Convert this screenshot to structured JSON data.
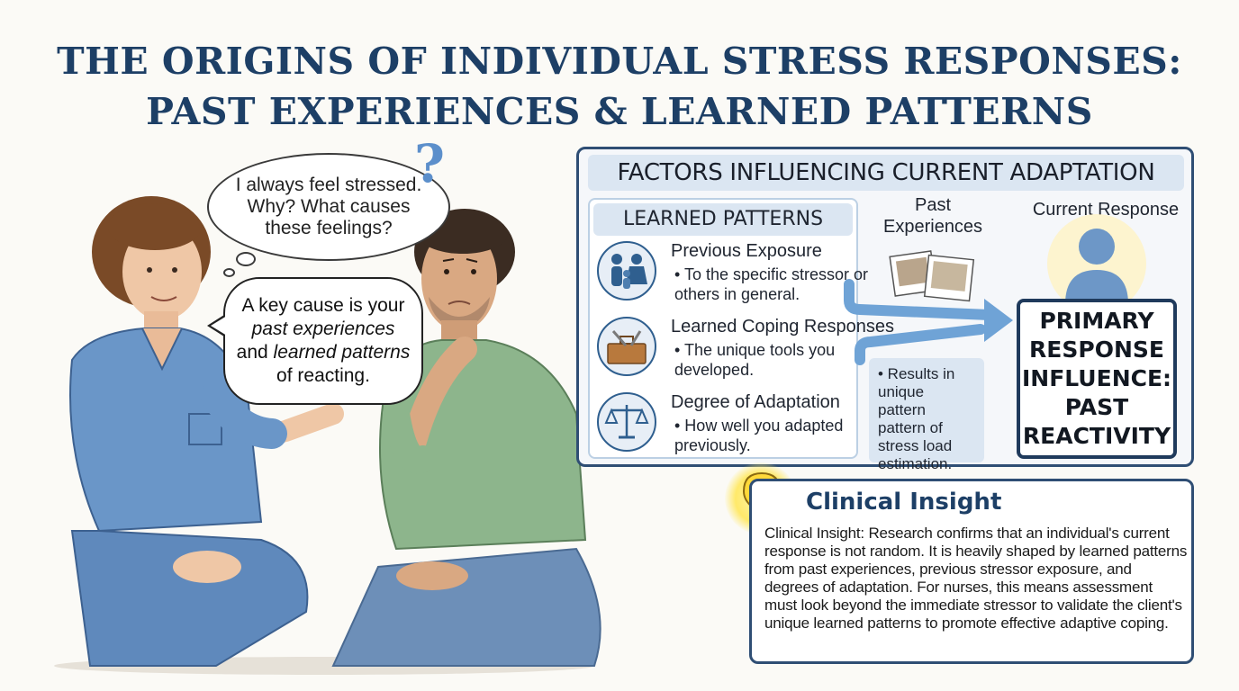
{
  "title": {
    "line1": "THE ORIGINS OF INDIVIDUAL STRESS RESPONSES:",
    "line2": "PAST EXPERIENCES & LEARNED PATTERNS"
  },
  "scene": {
    "thought_bubble": "I always feel stressed. Why? What causes these feelings?",
    "question_mark": "?",
    "speech_bubble": {
      "part1": "A key cause is your ",
      "italic1": "past experiences",
      "part2": " and ",
      "italic2": "learned patterns",
      "part3": " of reacting."
    }
  },
  "factors": {
    "header": "FACTORS INFLUENCING CURRENT ADAPTATION",
    "learned_patterns": {
      "header": "LEARNED PATTERNS",
      "items": [
        {
          "title": "Previous Exposure",
          "desc": "• To the specific stressor or others in general.",
          "icon": "family-icon"
        },
        {
          "title": "Learned Coping Responses",
          "desc": "• The unique tools you developed.",
          "icon": "toolbox-icon"
        },
        {
          "title": "Degree of Adaptation",
          "desc": "• How well you adapted previously.",
          "icon": "scales-icon"
        }
      ]
    },
    "past_experiences_label": "Past Experiences",
    "current_response_label": "Current Response",
    "results_text": "• Results in unique pattern pattern of stress load estimation.",
    "primary_response": "PRIMARY RESPONSE INFLUENCE: PAST REACTIVITY"
  },
  "insight": {
    "title": "Clinical Insight",
    "body": "Clinical Insight: Research confirms that an individual's current response is not random. It is heavily shaped by learned patterns from past experiences, previous stressor exposure, and degrees of adaptation. For nurses, this means assessment must look beyond the immediate stressor to validate the client's unique learned patterns to promote effective adaptive coping."
  },
  "colors": {
    "title": "#1d3f66",
    "panel_border": "#2f4e74",
    "panel_fill": "#dbe6f2",
    "nurse_scrubs": "#6a96c8",
    "patient_shirt": "#8db58c",
    "arrow": "#6fa3d6"
  }
}
